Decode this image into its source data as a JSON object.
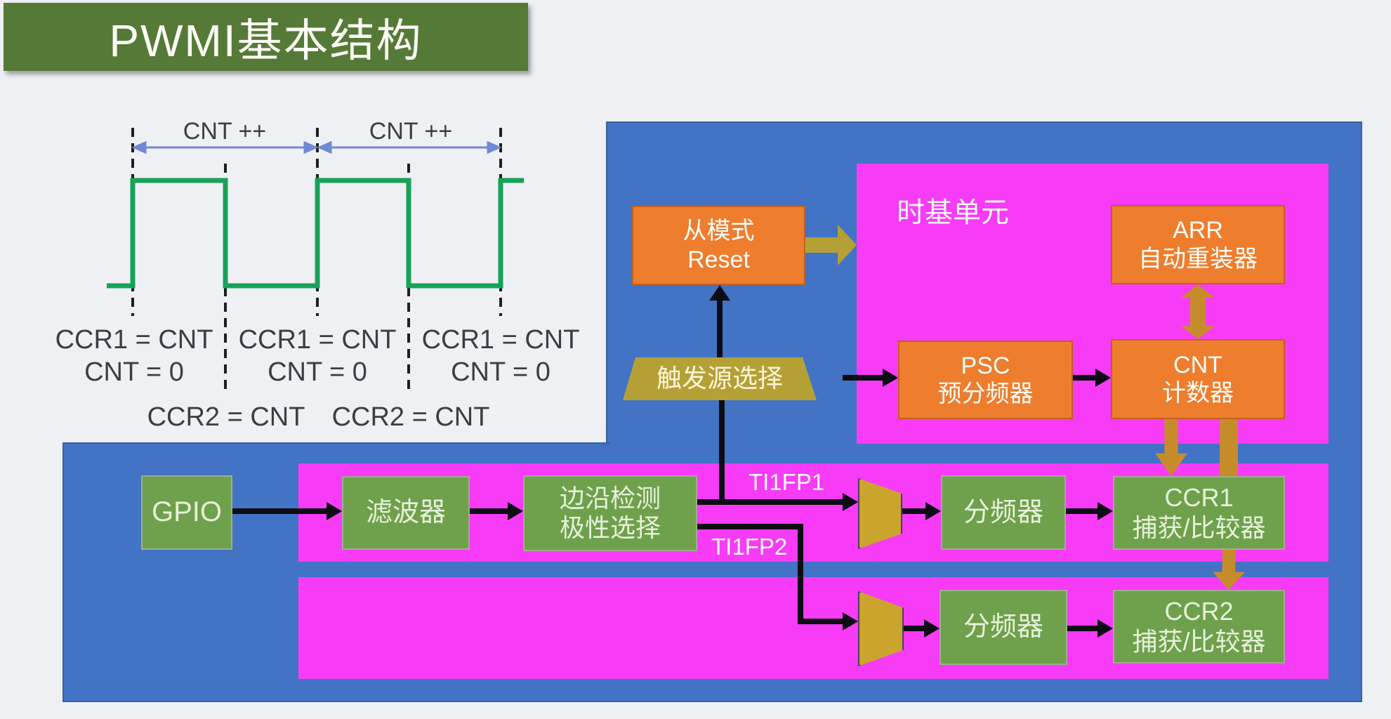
{
  "title": "PWMI基本结构",
  "waveform": {
    "cnt_labels": [
      "CNT ++",
      "CNT ++"
    ],
    "row1": [
      "CCR1 = CNT",
      "CCR1 = CNT",
      "CCR1 = CNT"
    ],
    "row2": [
      "CNT = 0",
      "CNT = 0",
      "CNT = 0"
    ],
    "row3": [
      "CCR2 = CNT",
      "CCR2 = CNT"
    ]
  },
  "blocks": {
    "slave_mode": {
      "line1": "从模式",
      "line2": "Reset"
    },
    "trigger_select": "触发源选择",
    "timebase_label": "时基单元",
    "psc": {
      "line1": "PSC",
      "line2": "预分频器"
    },
    "cnt": {
      "line1": "CNT",
      "line2": "计数器"
    },
    "arr": {
      "line1": "ARR",
      "line2": "自动重装器"
    },
    "gpio": "GPIO",
    "filter": "滤波器",
    "edge_detect": {
      "line1": "边沿检测",
      "line2": "极性选择"
    },
    "prescaler_ch1": "分频器",
    "ccr1": {
      "line1": "CCR1",
      "line2": "捕获/比较器"
    },
    "prescaler_ch2": "分频器",
    "ccr2": {
      "line1": "CCR2",
      "line2": "捕获/比较器"
    },
    "signal_ti1fp1": "TI1FP1",
    "signal_ti1fp2": "TI1FP2"
  },
  "colors": {
    "background": "#EFF0F3",
    "title_green": "#557A38",
    "panel_blue": "#4273C5",
    "pink": "#F73BF7",
    "orange": "#EE7D2E",
    "box_green": "#6FA04C",
    "olive": "#B5A036",
    "mux_gold": "#CBA42D",
    "gold_arrow": "#C68C2C",
    "wave_green": "#17A257",
    "measure_blue": "#6F8AD4"
  }
}
